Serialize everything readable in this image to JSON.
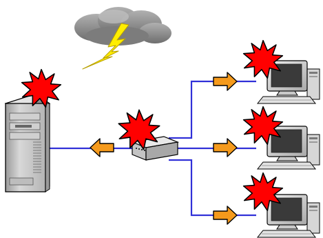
{
  "diagram": {
    "kind": "lightning-surge-network",
    "labels": [],
    "colors": {
      "background": "#ffffff",
      "line": "#3030d8",
      "arrow_fill": "#f59a1c",
      "arrow_stroke": "#000000",
      "burst_fill": "#ff0000",
      "burst_stroke": "#000000",
      "lightning": "#ffee00",
      "cloud": "#8a8a8a",
      "server_body": "#c8c8c8",
      "monitor_screen": "#3a3a3a"
    },
    "nodes": [
      {
        "id": "cloud",
        "icon": "storm-cloud-icon"
      },
      {
        "id": "lightning",
        "icon": "lightning-bolt-icon"
      },
      {
        "id": "server",
        "icon": "server-tower-icon"
      },
      {
        "id": "hub",
        "icon": "network-hub-icon"
      },
      {
        "id": "pc-1",
        "icon": "desktop-computer-icon"
      },
      {
        "id": "pc-2",
        "icon": "desktop-computer-icon"
      },
      {
        "id": "pc-3",
        "icon": "desktop-computer-icon"
      }
    ],
    "arrows": [
      {
        "id": "arrow-to-server",
        "direction": "left"
      },
      {
        "id": "arrow-to-pc-1",
        "direction": "right"
      },
      {
        "id": "arrow-to-pc-2",
        "direction": "right"
      },
      {
        "id": "arrow-to-pc-3",
        "direction": "right"
      }
    ],
    "bursts": [
      "server",
      "hub",
      "pc-1",
      "pc-2",
      "pc-3"
    ]
  }
}
